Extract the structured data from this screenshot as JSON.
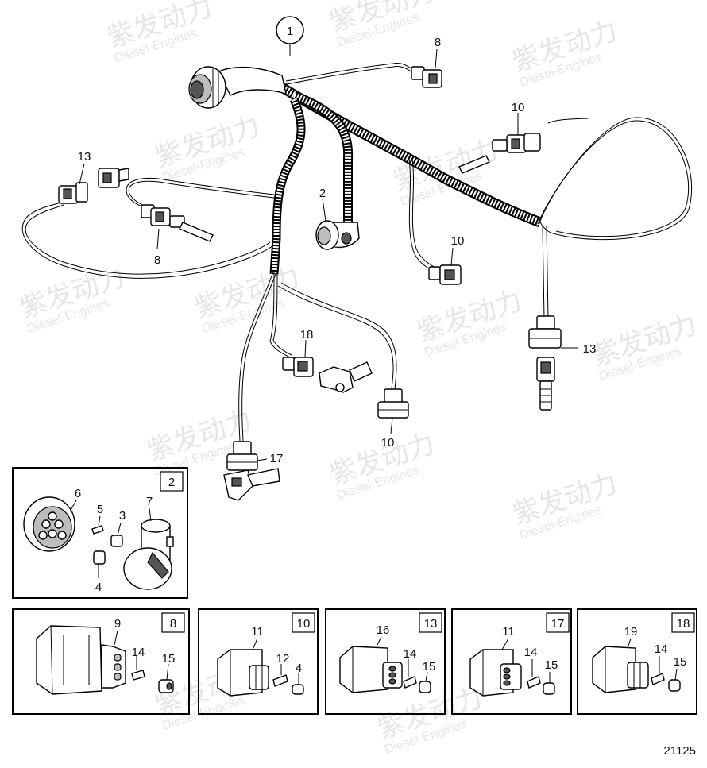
{
  "watermark": {
    "cn": "紫发动力",
    "en": "Diesel-Engines"
  },
  "main_callout": "1",
  "labels": {
    "l8_top": "8",
    "l10_right": "10",
    "l13_left": "13",
    "l2": "2",
    "l8_left": "8",
    "l10_mid": "10",
    "l13_right": "13",
    "l18": "18",
    "l10_bottom": "10",
    "l17": "17"
  },
  "insets": {
    "inset2": {
      "tag": "2",
      "parts": [
        "6",
        "5",
        "3",
        "7",
        "4"
      ]
    },
    "inset8": {
      "tag": "8",
      "parts": [
        "9",
        "14",
        "15"
      ]
    },
    "inset10": {
      "tag": "10",
      "parts": [
        "11",
        "12",
        "4"
      ]
    },
    "inset13": {
      "tag": "13",
      "parts": [
        "16",
        "14",
        "15"
      ]
    },
    "inset17": {
      "tag": "17",
      "parts": [
        "11",
        "14",
        "15"
      ]
    },
    "inset18": {
      "tag": "18",
      "parts": [
        "19",
        "14",
        "15"
      ]
    }
  },
  "drawing_number": "21125"
}
